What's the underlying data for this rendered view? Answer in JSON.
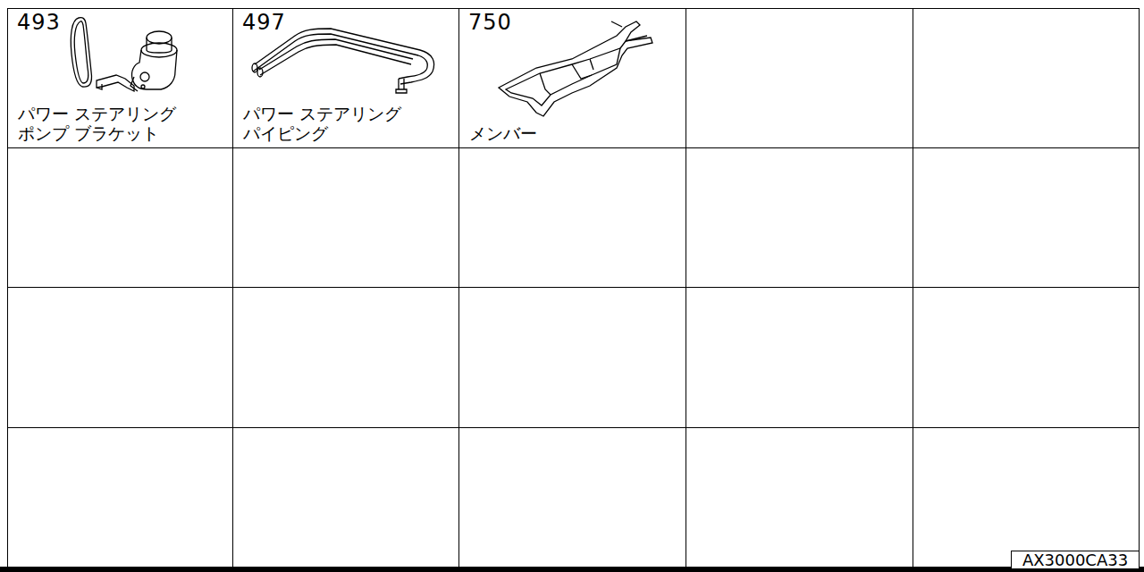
{
  "diagram": {
    "nodes": [
      {
        "text": [
          "493",
          "パワー ステアリング ポンプ ブラケット"
        ]
      },
      {
        "text": [
          "497",
          "パワー ステアリング パイピング"
        ]
      },
      {
        "text": [
          "750",
          "メンバー"
        ]
      },
      {
        "text": [
          "AX3000CA33"
        ]
      }
    ]
  }
}
